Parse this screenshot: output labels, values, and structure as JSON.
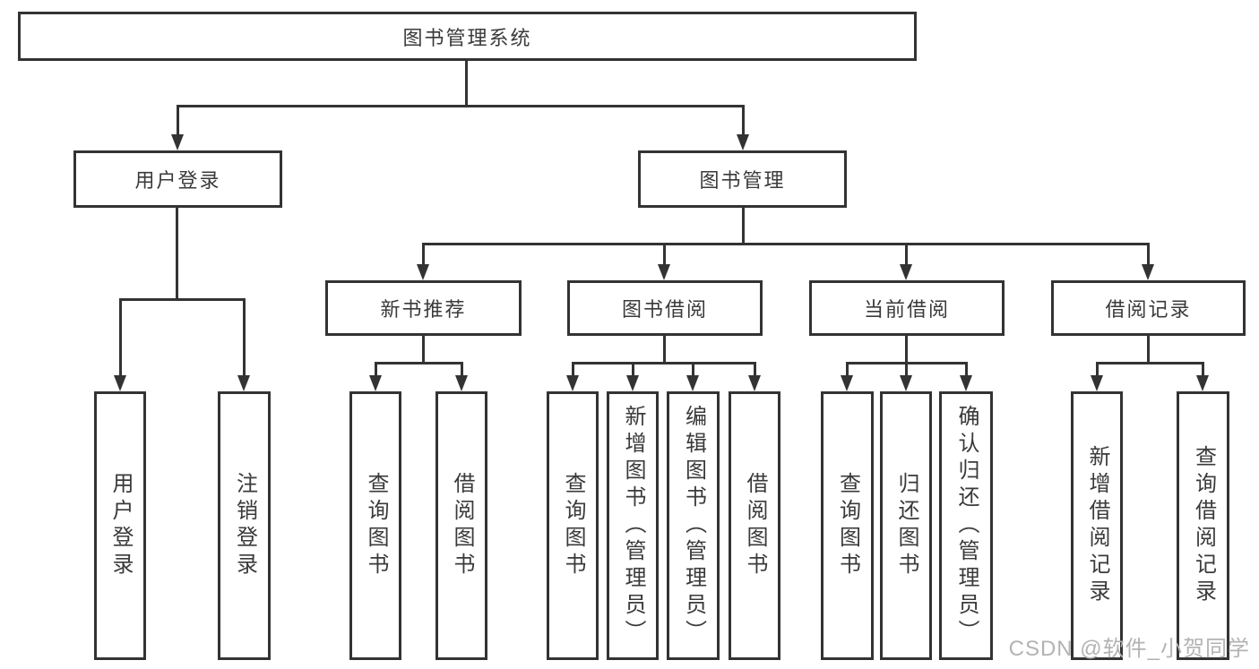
{
  "colors": {
    "line": "#333333",
    "box_border": "#333333",
    "text": "#3a3a3a",
    "watermark": "#b3b3b3",
    "background": "#ffffff"
  },
  "watermark": {
    "text": "CSDN @软件_小贺同学"
  },
  "tree": {
    "root": {
      "label": "图书管理系统",
      "children": [
        {
          "label": "用户登录",
          "children": [
            {
              "label": "用户登录"
            },
            {
              "label": "注销登录"
            }
          ]
        },
        {
          "label": "图书管理",
          "children": [
            {
              "label": "新书推荐",
              "children": [
                {
                  "label": "查询图书"
                },
                {
                  "label": "借阅图书"
                }
              ]
            },
            {
              "label": "图书借阅",
              "children": [
                {
                  "label": "查询图书"
                },
                {
                  "label": "新增图书（管理员）"
                },
                {
                  "label": "编辑图书（管理员）"
                },
                {
                  "label": "借阅图书"
                }
              ]
            },
            {
              "label": "当前借阅",
              "children": [
                {
                  "label": "查询图书"
                },
                {
                  "label": "归还图书"
                },
                {
                  "label": "确认归还（管理员）"
                }
              ]
            },
            {
              "label": "借阅记录",
              "children": [
                {
                  "label": "新增借阅记录"
                },
                {
                  "label": "查询借阅记录"
                }
              ]
            }
          ]
        }
      ]
    }
  }
}
